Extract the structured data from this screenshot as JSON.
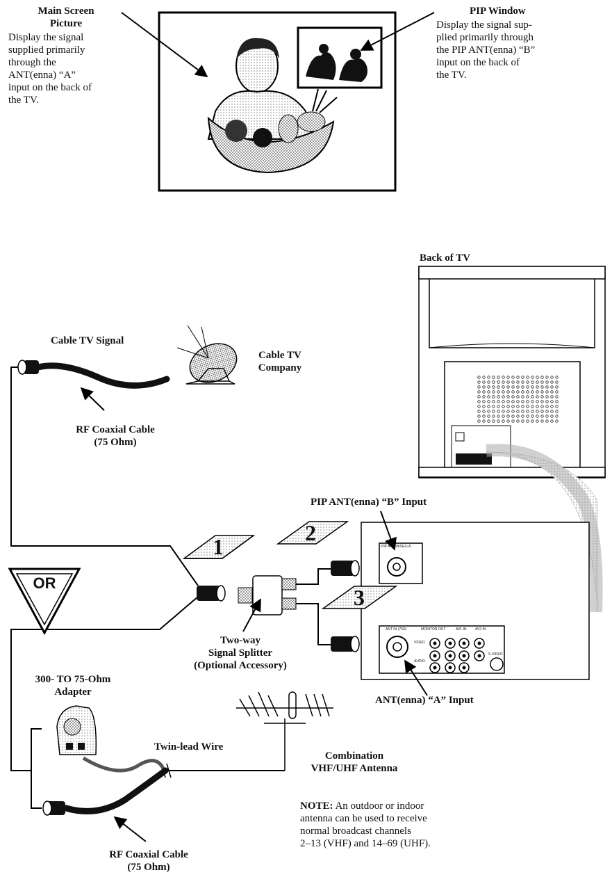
{
  "top": {
    "main_screen": {
      "title": "Main Screen\nPicture",
      "desc": "Display the signal\nsupplied primarily\nthrough the\nANT(enna) “A”\ninput on the back of\nthe TV."
    },
    "pip": {
      "title": "PIP Window",
      "desc": "Display the signal sup-\nplied primarily through\nthe PIP ANT(enna) “B”\ninput on the back of\nthe TV."
    }
  },
  "labels": {
    "back_of_tv": "Back of TV",
    "cable_tv_signal": "Cable TV Signal",
    "cable_tv_company": "Cable TV\nCompany",
    "rf_coax_top": "RF Coaxial Cable\n(75 Ohm)",
    "pip_ant_b": "PIP ANT(enna) “B” Input",
    "or": "OR",
    "splitter": "Two-way\nSignal Splitter\n(Optional Accessory)",
    "ant_a": "ANT(enna) “A” Input",
    "adapter": "300- TO 75-Ohm\nAdapter",
    "twin_lead": "Twin-lead Wire",
    "antenna": "Combination\nVHF/UHF Antenna",
    "rf_coax_bottom": "RF Coaxial Cable\n(75 Ohm)",
    "note_label": "NOTE:",
    "note_text": " An outdoor or indoor\nantenna can be used to receive\nnormal broadcast channels\n2–13 (VHF) and 14–69 (UHF).",
    "jack_pip": "PIP ANT IN/SELLA",
    "jack_ant": "ANT IN (75Ω)",
    "jack_monitor": "MONITOR OUT",
    "jack_av1": "AV1 IN",
    "jack_av2": "AV2 IN",
    "jack_video": "VIDEO",
    "jack_audio": "AUDIO",
    "jack_svideo": "S-VIDEO"
  },
  "steps": [
    "1",
    "2",
    "3"
  ]
}
